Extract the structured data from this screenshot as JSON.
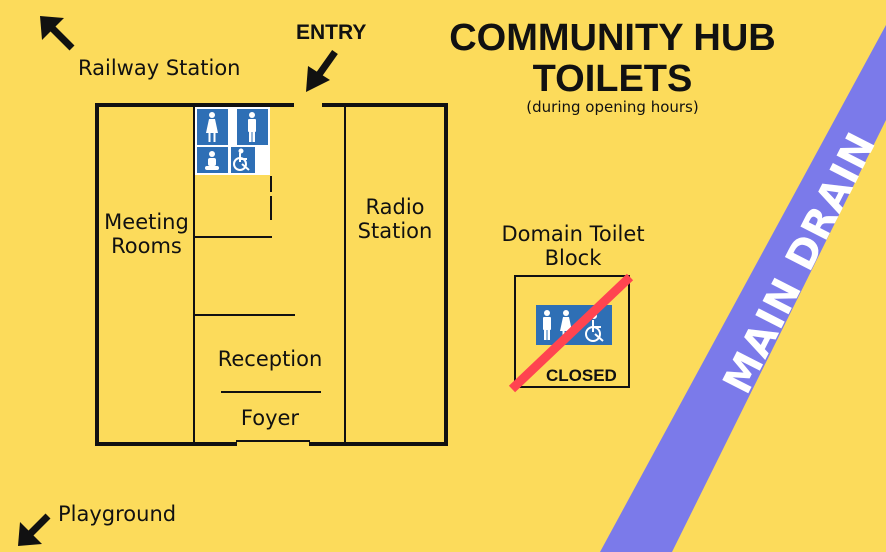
{
  "title": {
    "line1": "COMMUNITY HUB",
    "line2": "TOILETS",
    "subtitle": "(during opening hours)"
  },
  "entry_label": "ENTRY",
  "directions": {
    "railway": "Railway Station",
    "playground": "Playground"
  },
  "rooms": {
    "meeting": [
      "Meeting",
      "Rooms"
    ],
    "radio": [
      "Radio",
      "Station"
    ],
    "reception": "Reception",
    "foyer": "Foyer"
  },
  "domain_block": {
    "label": [
      "Domain Toilet",
      "Block"
    ],
    "status": "CLOSED"
  },
  "drain_label": "MAIN DRAIN",
  "colors": {
    "background": "#fcdb5b",
    "drain": "#7b7aea",
    "sign": "#2e6fb5",
    "cross": "#ff4450",
    "walls": "#111111"
  },
  "icons": [
    "arrow-up-left-icon",
    "arrow-down-left-icon",
    "entry-arrow-icon",
    "female-toilet-icon",
    "male-toilet-icon",
    "baby-change-icon",
    "accessible-icon"
  ]
}
